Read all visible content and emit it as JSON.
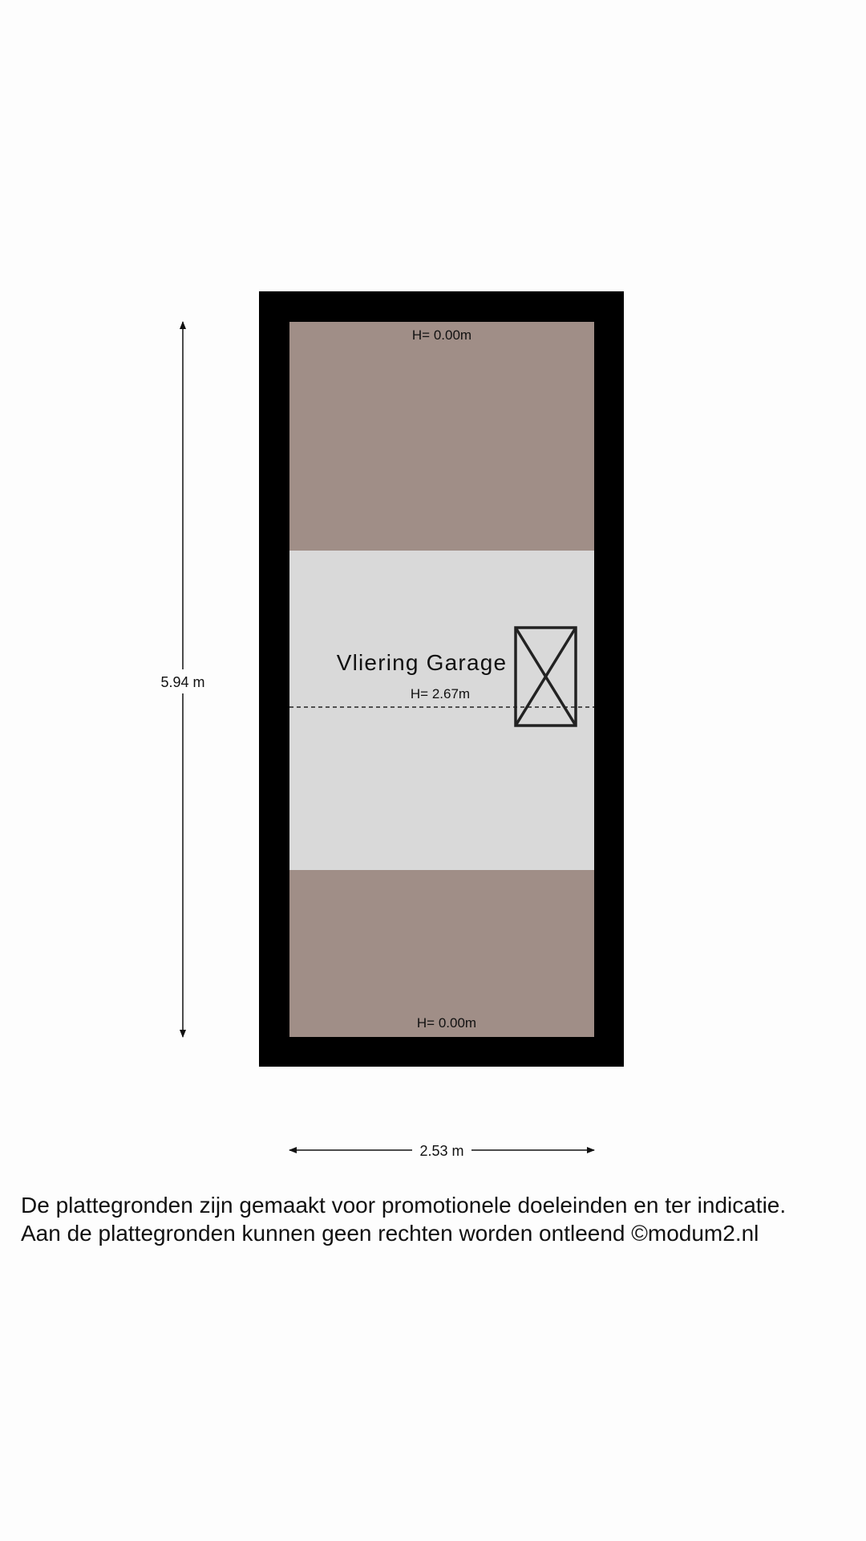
{
  "room": {
    "name": "Vliering Garage",
    "height": "H= 2.67m",
    "top_slope_height": "H= 0.00m",
    "bottom_slope_height": "H= 0.00m"
  },
  "dimensions": {
    "vertical": "5.94 m",
    "horizontal": "2.53 m"
  },
  "disclaimer": {
    "line1": "De plattegronden zijn gemaakt voor promotionele doeleinden en ter indicatie.",
    "line2": "Aan de plattegronden kunnen geen rechten worden ontleend ©modum2.nl"
  },
  "colors": {
    "wall": "#000000",
    "sloped_area": "#a08e87",
    "floor": "#d9d9d9",
    "background": "#fdfdfd"
  }
}
